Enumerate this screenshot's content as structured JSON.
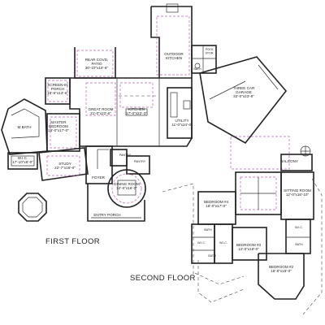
{
  "titles": {
    "first_floor": "FIRST FLOOR",
    "second_floor": "SECOND FLOOR"
  },
  "first_floor": {
    "rear_patio": [
      "REAR COVD.",
      "PATIO",
      "30'-10\"x16'-6\""
    ],
    "outdoor_kitchen": [
      "OUTDOOR",
      "KITCHEN"
    ],
    "pool_stor": [
      "POOL",
      "STOR."
    ],
    "pool_bath": "BATH",
    "screen_porch": [
      "SCREEN-IN",
      "PORCH",
      "15'-6\"x13'-6\""
    ],
    "great_room": [
      "GREAT ROOM",
      "21'-0\"x22'-6\""
    ],
    "kitchen": [
      "KITCHEN",
      "17'-0\"x22'-3\""
    ],
    "utility": [
      "UTILITY",
      "11'-0\"x24'-0\""
    ],
    "garage": [
      "THREE CAR",
      "GARAGE",
      "32'-0\"x23'-8\""
    ],
    "m_bath": "M.BATH",
    "master_bedroom": [
      "MASTER",
      "BEDROOM",
      "16'-0\"x17'-0\""
    ],
    "wic": [
      "W.I.C.",
      "17'-10\"x6'-0\""
    ],
    "study": [
      "STUDY",
      "22'-7\"x16'-0\""
    ],
    "pantry": "PANTRY",
    "pantry2": "PANTRY",
    "foyer": "FOYER",
    "dining_room": [
      "DINING ROOM",
      "12'-0\"x16'-0\""
    ],
    "entry_porch": "ENTRY PORCH"
  },
  "second_floor": {
    "balcony": "BALCONY",
    "bedroom4": [
      "BEDROOM #4",
      "16'-0\"x17'-0\""
    ],
    "sitting_room": [
      "SITTING ROOM",
      "12'-0\"x16'-10\""
    ],
    "bath_a": "BATH",
    "wic_a": "W.I.C.",
    "wic_b": "W.I.C.",
    "wic_c": "W.I.C.",
    "bath_b": "BATH",
    "bath_c": "BATH",
    "bedroom3": [
      "BEDROOM #3",
      "12'-0\"x16'-0\""
    ],
    "bedroom2": [
      "BEDROOM #2",
      "15'-8\"x16'-0\""
    ]
  }
}
